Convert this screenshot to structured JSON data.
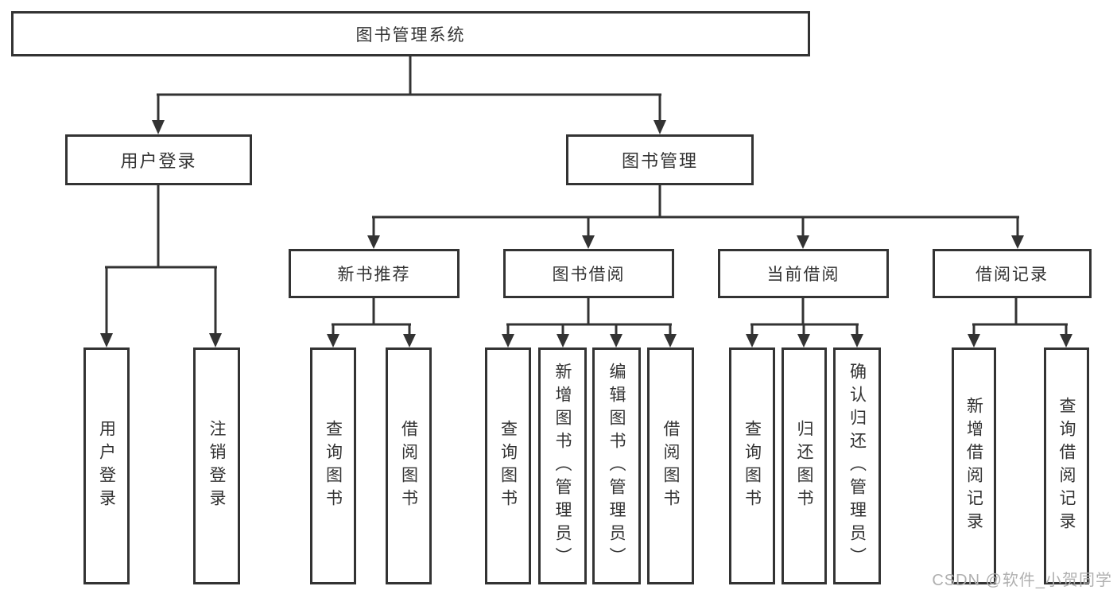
{
  "tree": {
    "root": "图书管理系统",
    "level2": [
      "用户登录",
      "图书管理"
    ],
    "login_children": [
      "用户登录",
      "注销登录"
    ],
    "modules": [
      "新书推荐",
      "图书借阅",
      "当前借阅",
      "借阅记录"
    ],
    "module_children": {
      "newbook": [
        "查询图书",
        "借阅图书"
      ],
      "borrow": [
        "查询图书",
        "新增图书（管理员）",
        "编辑图书（管理员）",
        "借阅图书"
      ],
      "current": [
        "查询图书",
        "归还图书",
        "确认归还（管理员）"
      ],
      "records": [
        "新增借阅记录",
        "查询借阅记录"
      ]
    }
  },
  "watermark": "CSDN @软件_小贺同学",
  "colors": {
    "line": "#333333",
    "box_border": "#333333",
    "text": "#333333",
    "watermark_text": "#b0b0b0",
    "background": "#ffffff"
  }
}
